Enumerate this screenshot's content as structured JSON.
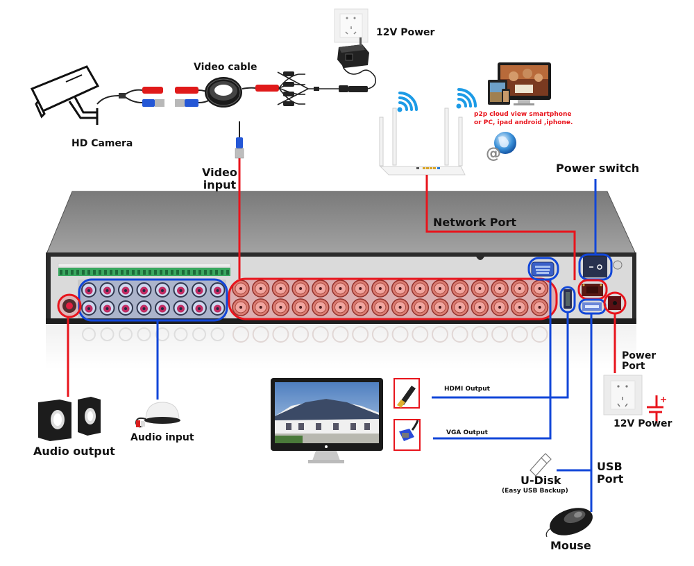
{
  "title": "DVR connection diagram",
  "colors": {
    "red_line": "#e8141c",
    "blue_line": "#1146d8",
    "dvr_body": "#8c8c8c",
    "dvr_panel": "#d8d8d8",
    "bnc_fill": "#e8a8a0"
  },
  "labels": {
    "power_top": "12V Power",
    "video_cable": "Video cable",
    "hd_camera": "HD Camera",
    "video_input_line1": "Video",
    "video_input_line2": "input",
    "p2p_line1": "p2p cloud  view smartphone",
    "p2p_line2": "or PC, ipad android ,iphone.",
    "power_switch": "Power switch",
    "network_port": "Network Port",
    "power_port_line1": "Power",
    "power_port_line2": "Port",
    "power_bottom": "12V Power",
    "hdmi_output": "HDMI Output",
    "vga_output": "VGA Output",
    "usb_port_line1": "USB",
    "usb_port_line2": "Port",
    "udisk": "U-Disk",
    "udisk_sub": "(Easy USB Backup)",
    "mouse": "Mouse",
    "audio_output": "Audio output",
    "audio_input": "Audio input"
  },
  "ports": {
    "audio_in_count": 16,
    "video_in_count": 32
  }
}
